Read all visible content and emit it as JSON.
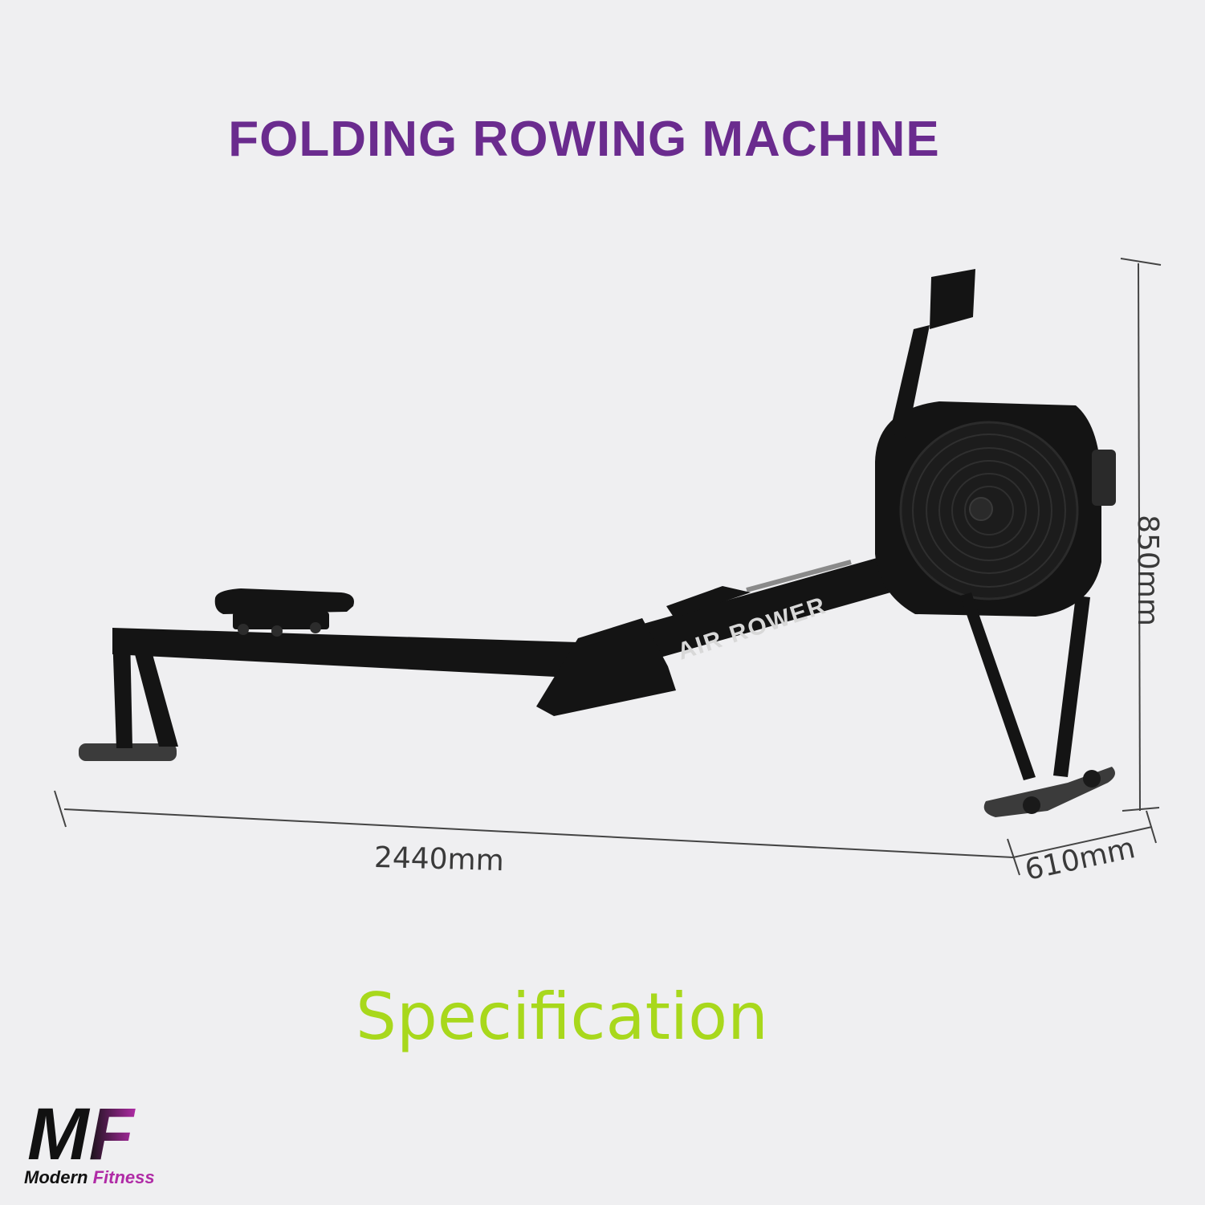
{
  "title": "FOLDING ROWING MACHINE",
  "product": {
    "name": "AIR ROWER",
    "dimensions": {
      "length": "2440mm",
      "depth": "610mm",
      "height": "850mm"
    }
  },
  "subtitle": "Specification",
  "logo": {
    "mark": "MF",
    "word1": "Modern",
    "word2": "Fitness"
  },
  "colors": {
    "title": "#6a2b8e",
    "subtitle": "#a8d81c",
    "logo_accent": "#b02ba6",
    "frame": "#141414",
    "background": "#efeff1"
  }
}
